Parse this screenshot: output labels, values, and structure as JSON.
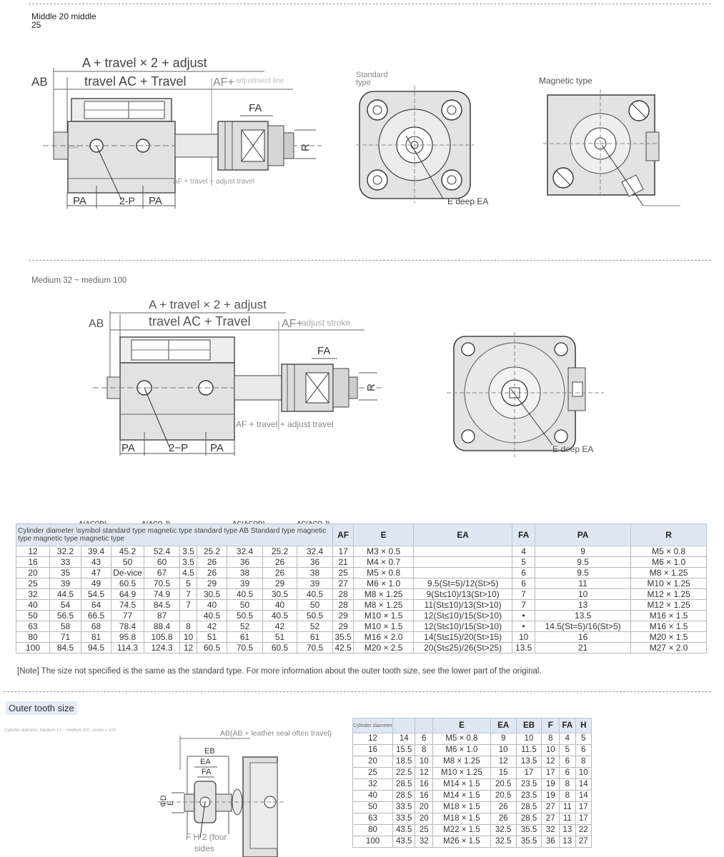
{
  "section1": {
    "title_line1": "Middle 20 middle",
    "title_line2": "25",
    "dim_top": "A + travel × 2 + adjust",
    "dim_ab": "AB",
    "dim_travel": "travel AC + Travel",
    "dim_af": "AF+",
    "dim_af_note": "adjustment line",
    "dim_fa": "FA",
    "dim_r": "R",
    "dim_af_bottom": "AF + travel + adjust travel",
    "dim_pa_left": "PA",
    "dim_2p": "2-P",
    "dim_pa_right": "PA",
    "small_one": "One",
    "standard_label_1": "Standard",
    "standard_label_2": "type",
    "magnetic_label": "Magnetic type",
    "deep_label": "E deep EA"
  },
  "section2": {
    "title": "Medium 32 ~ medium 100",
    "dim_top": "A + travel × 2 + adjust",
    "dim_ab": "AB",
    "dim_travel": "travel AC + Travel",
    "dim_af": "AF+",
    "dim_af_note": "adjust stroke",
    "dim_fa": "FA",
    "dim_r": "R",
    "dim_af_bottom": "AF + travel + adjust travel",
    "dim_pa_left": "PA",
    "dim_2p": "2−P",
    "dim_pa_right": "PA",
    "deep_label": "E deep EA"
  },
  "main_table": {
    "header_long": "Cylinder diameter \\symbol standard type magnetic type standard type AB Standard type magnetic type magnetic type magnetic type",
    "header_over": [
      "A(ACQD)",
      "A(ACQ.J)",
      "AC(ACQD)",
      "AC(ACQ.J)"
    ],
    "headers": [
      "AF",
      "E",
      "EA",
      "FA",
      "PA",
      "R"
    ],
    "rows": [
      [
        "12",
        "32.2",
        "39.4",
        "45.2",
        "52.4",
        "3.5",
        "25.2",
        "32.4",
        "25.2",
        "32.4",
        "17",
        "M3 × 0.5",
        "",
        "4",
        "9",
        "M5 × 0.8"
      ],
      [
        "16",
        "33",
        "43",
        "50",
        "60",
        "3.5",
        "26",
        "36",
        "26",
        "36",
        "21",
        "M4 × 0.7",
        "",
        "5",
        "9.5",
        "M6 × 1.0"
      ],
      [
        "20",
        "35",
        "47",
        "De-vice",
        "67",
        "4.5",
        "26",
        "38",
        "26",
        "38",
        "25",
        "M5 × 0.8",
        "",
        "6",
        "9.5",
        "M8 × 1.25"
      ],
      [
        "25",
        "39",
        "49",
        "60.5",
        "70.5",
        "5",
        "29",
        "39",
        "29",
        "39",
        "27",
        "M6 × 1.0",
        "9.5(St=5)/12(St>5)",
        "6",
        "11",
        "M10 × 1.25"
      ],
      [
        "32",
        "44.5",
        "54.5",
        "64.9",
        "74.9",
        "7",
        "30.5",
        "40.5",
        "30.5",
        "40.5",
        "28",
        "M8 × 1.25",
        "9(St≤10)/13(St>10)",
        "7",
        "10",
        "M12 × 1.25"
      ],
      [
        "40",
        "54",
        "64",
        "74.5",
        "84.5",
        "7",
        "40",
        "50",
        "40",
        "50",
        "28",
        "M8 × 1.25",
        "11(St≤10)/13(St>10)",
        "7",
        "13",
        "M12 × 1.25"
      ],
      [
        "50",
        "56.5",
        "66.5",
        "77",
        "87",
        "",
        "40.5",
        "50.5",
        "40.5",
        "50.5",
        "29",
        "M10 × 1.5",
        "12(St≤10)/15(St>10)",
        "•",
        "13.5",
        "M16 × 1.5"
      ],
      [
        "63",
        "58",
        "68",
        "78.4",
        "88.4",
        "8",
        "42",
        "52",
        "42",
        "52",
        "29",
        "M10 × 1.5",
        "12(St≤10)/15(St>10)",
        "•",
        "14.5(St=5)/16(St>5)",
        "M16 × 1.5"
      ],
      [
        "80",
        "71",
        "81",
        "95.8",
        "105.8",
        "10",
        "51",
        "61",
        "51",
        "61",
        "35.5",
        "M16 × 2.0",
        "14(St≤15)/20(St>15)",
        "10",
        "16",
        "M20 × 1.5"
      ],
      [
        "100",
        "84.5",
        "94.5",
        "114.3",
        "124.3",
        "12",
        "60.5",
        "70.5",
        "60.5",
        "70.5",
        "42.5",
        "M20 × 2.5",
        "20(St≤25)/26(St>25)",
        "13.5",
        "21",
        "M27 × 2.0"
      ]
    ]
  },
  "note": "[Note] The size not specified is the same as the standard type. For more information about the outer tooth size, see the lower part of the original.",
  "tooth": {
    "title": "Outer tooth size",
    "tiny_caption": "Cylinder diameter, Medium 12 ~ medium 100, stroke ≤ 100",
    "label_ab": "AB(AB + leather seal often travel)",
    "label_eb": "EB",
    "label_ea": "EA",
    "label_fa": "FA",
    "label_phid": "ΦD",
    "label_e": "E",
    "label_h_line1": "F H 2 (four",
    "label_h_line2": "sides",
    "headers": [
      "Cylinder diameter",
      "",
      "",
      "E",
      "EA",
      "EB",
      "F",
      "FA",
      "H"
    ],
    "rows": [
      [
        "12",
        "14",
        "6",
        "M5 × 0.8",
        "9",
        "10",
        "8",
        "4",
        "5"
      ],
      [
        "16",
        "15.5",
        "8",
        "M6 × 1.0",
        "10",
        "11.5",
        "10",
        "5",
        "6"
      ],
      [
        "20",
        "18.5",
        "10",
        "M8 × 1.25",
        "12",
        "13.5",
        "12",
        "6",
        "8"
      ],
      [
        "25",
        "22.5",
        "12",
        "M10 × 1.25",
        "15",
        "17",
        "17",
        "6",
        "10"
      ],
      [
        "32",
        "28.5",
        "16",
        "M14 × 1.5",
        "20.5",
        "23.5",
        "19",
        "8",
        "14"
      ],
      [
        "40",
        "28.5",
        "16",
        "M14 × 1.5",
        "20.5",
        "23.5",
        "19",
        "8",
        "14"
      ],
      [
        "50",
        "33.5",
        "20",
        "M18 × 1.5",
        "26",
        "28.5",
        "27",
        "11",
        "17"
      ],
      [
        "63",
        "33.5",
        "20",
        "M18 × 1.5",
        "26",
        "28.5",
        "27",
        "11",
        "17"
      ],
      [
        "80",
        "43.5",
        "25",
        "M22 × 1.5",
        "32.5",
        "35.5",
        "32",
        "13",
        "22"
      ],
      [
        "100",
        "43.5",
        "32",
        "M26 × 1.5",
        "32.5",
        "35.5",
        "36",
        "13",
        "27"
      ]
    ]
  }
}
